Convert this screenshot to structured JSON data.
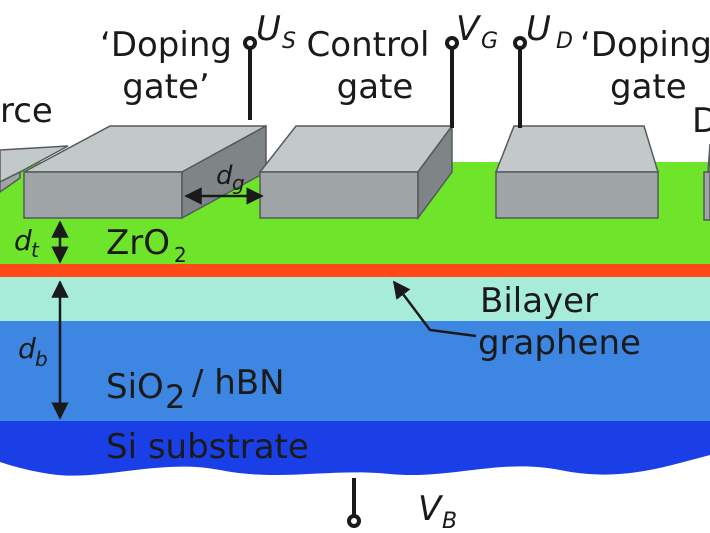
{
  "labels": {
    "source": "rce",
    "drain": "D",
    "doping_gate_left_l1": "‘Doping",
    "doping_gate_left_l2": "gate’",
    "control_gate_l1": "Control",
    "control_gate_l2": "gate",
    "doping_gate_right_l1": "‘Doping’",
    "doping_gate_right_l2": "gate",
    "zro2": "ZrO",
    "zro2_sub": "2",
    "sio2": "SiO",
    "sio2_sub": "2",
    "hbn": "/ hBN",
    "bilayer_l1": "Bilayer",
    "bilayer_l2": "graphene",
    "si_substrate": "Si substrate"
  },
  "terminals": {
    "us_main": "U",
    "us_sub": "S",
    "vg_main": "V",
    "vg_sub": "G",
    "ud_main": "U",
    "ud_sub": "D",
    "vb_main": "V",
    "vb_sub": "B"
  },
  "dimensions": {
    "dg_main": "d",
    "dg_sub": "g",
    "dt_main": "d",
    "dt_sub": "t",
    "db_main": "d",
    "db_sub": "b"
  },
  "colors": {
    "zro2_layer": "#6ee42b",
    "graphene_layer": "#ff4a18",
    "light_sio2": "#a7ecd9",
    "hbn_layer": "#3d86e2",
    "si_substrate": "#1b3fe6",
    "gate_top": "#c3c8c9",
    "gate_front": "#9fa4a6",
    "gate_side": "#7f8486"
  }
}
